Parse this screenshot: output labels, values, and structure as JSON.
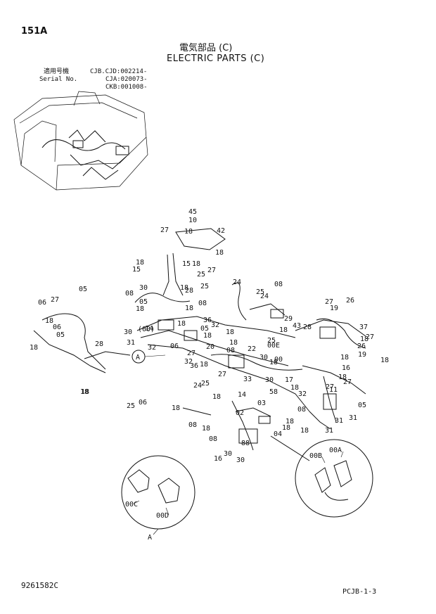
{
  "header": {
    "page_number": "151A",
    "title_jp": "電気部品 (C)",
    "title_en": "ELECTRIC PARTS (C)",
    "serial_label_jp": "適用号機",
    "serial_label_en": "Serial No.",
    "serial_numbers": [
      "CJB.CJD:002214-",
      "CJA:020073-",
      "CKB:001008-"
    ]
  },
  "footer": {
    "drawing_number": "9261582C",
    "sheet_code": "PCJB-1-3"
  },
  "callouts": {
    "detail_a": "A",
    "detail_a_bottom": "A",
    "c00a": "00A",
    "c00b": "00B",
    "c00c": "00C",
    "c00d": "00D"
  },
  "part_labels": [
    "45",
    "10",
    "27",
    "18",
    "42",
    "18",
    "18",
    "15",
    "15",
    "18",
    "27",
    "25",
    "25",
    "18",
    "08",
    "30",
    "18",
    "05",
    "06",
    "27",
    "18",
    "06",
    "05",
    "18",
    "28",
    "18",
    "28",
    "08",
    "18",
    "30",
    "(00)",
    "31",
    "14",
    "32",
    "18",
    "06",
    "05",
    "32",
    "36",
    "18",
    "36",
    "18",
    "32",
    "18",
    "20",
    "24",
    "27",
    "25",
    "24",
    "08",
    "25",
    "24",
    "27",
    "33",
    "18",
    "08",
    "18",
    "14",
    "25",
    "22",
    "30",
    "29",
    "28",
    "43",
    "18",
    "27",
    "19",
    "26",
    "37",
    "18",
    "27",
    "26",
    "19",
    "18",
    "18",
    "16",
    "18",
    "27",
    "05",
    "27",
    "31",
    "11",
    "18",
    "32",
    "18",
    "31",
    "31",
    "18",
    "58",
    "30",
    "17",
    "18",
    "00",
    "00E",
    "03",
    "02",
    "08",
    "18",
    "08",
    "30",
    "16",
    "30",
    "88",
    "04",
    "18",
    "08",
    "18",
    "25",
    "06",
    "05",
    "18",
    "28"
  ]
}
